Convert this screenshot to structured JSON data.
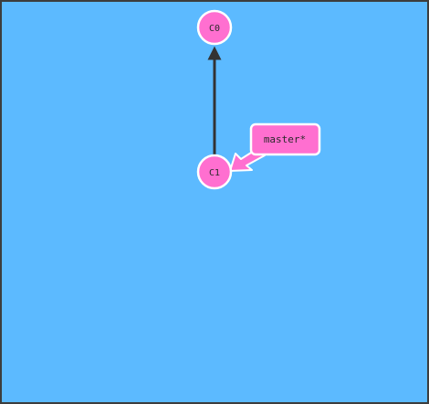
{
  "graph": {
    "commits": [
      {
        "id": "C0",
        "label": "C0"
      },
      {
        "id": "C1",
        "label": "C1",
        "parent": "C0"
      }
    ],
    "branches": [
      {
        "name": "master",
        "label": "master*",
        "target": "C1",
        "checked_out": true
      }
    ]
  },
  "colors": {
    "background": "#5cbaff",
    "frame": "#3d3d3d",
    "commit_fill": "#ff6fd0",
    "commit_stroke": "#ffffff",
    "branch_fill": "#ff6fd0",
    "branch_stroke": "#ffffff",
    "edge": "#333333"
  }
}
